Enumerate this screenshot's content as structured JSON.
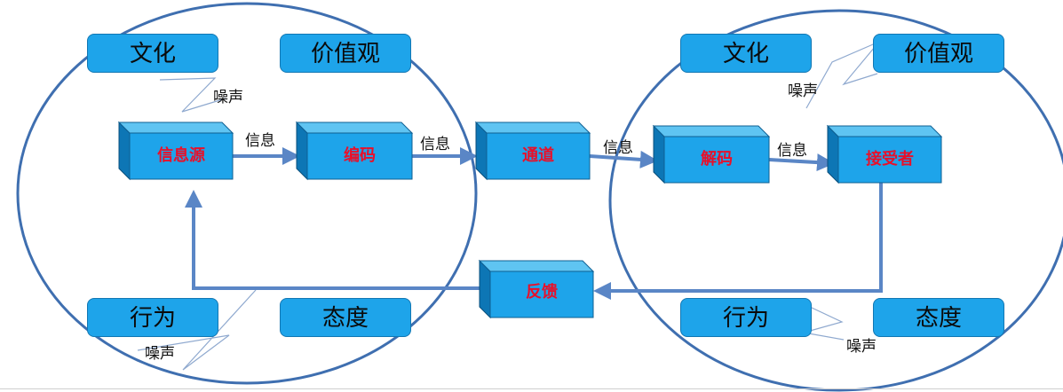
{
  "left": {
    "tags": {
      "culture": "文化",
      "values": "价值观",
      "behavior": "行为",
      "attitude": "态度"
    },
    "noise_top": "噪声",
    "noise_bottom": "噪声"
  },
  "right": {
    "tags": {
      "culture": "文化",
      "values": "价值观",
      "behavior": "行为",
      "attitude": "态度"
    },
    "noise_top": "噪声",
    "noise_bottom": "噪声"
  },
  "boxes": {
    "source": "信息源",
    "encode": "编码",
    "channel": "通道",
    "decode": "解码",
    "receiver": "接受者",
    "feedback": "反馈"
  },
  "arrow_labels": [
    "信息",
    "信息",
    "信息",
    "信息"
  ],
  "colors": {
    "box_fill": "#1ea4ea",
    "box_label": "#e8102a",
    "ellipse_stroke": "#3f6fb0",
    "arrow": "#5a86c6",
    "noise_line": "#8fa9cf"
  }
}
